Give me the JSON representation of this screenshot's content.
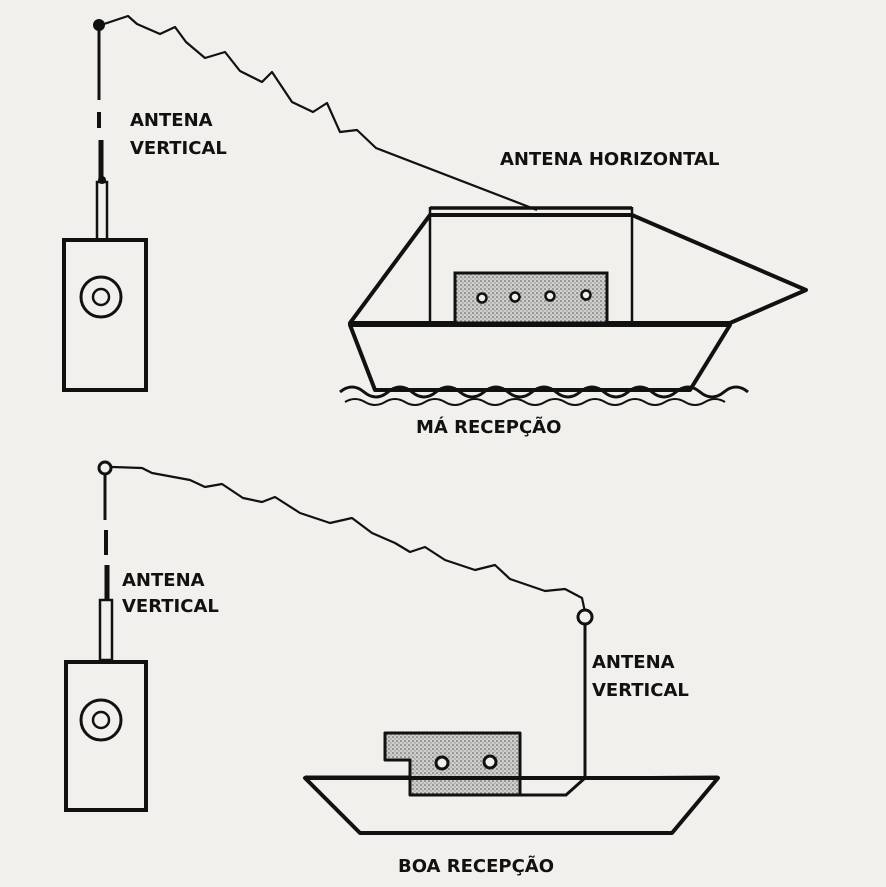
{
  "colors": {
    "ink": "#111111",
    "paper": "#f1f0ec",
    "cabin_fill": "#c8c8c4"
  },
  "icons": {
    "walkie_talkie_speaker": "concentric-circles-icon"
  },
  "top_scene": {
    "vertical_antenna_label_line1": "ANTENA",
    "vertical_antenna_label_line2": "VERTICAL",
    "horizontal_antenna_label": "ANTENA HORIZONTAL",
    "caption": "MÁ RECEPÇÃO"
  },
  "bottom_scene": {
    "vertical_antenna_label_line1": "ANTENA",
    "vertical_antenna_label_line2": "VERTICAL",
    "boat_antenna_label_line1": "ANTENA",
    "boat_antenna_label_line2": "VERTICAL",
    "caption": "BOA RECEPÇÃO"
  }
}
